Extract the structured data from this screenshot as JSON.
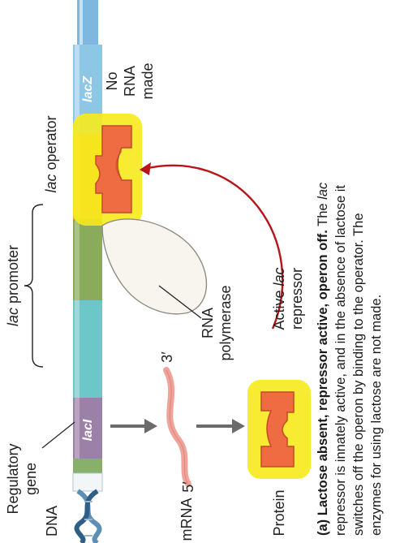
{
  "labels": {
    "dna": "DNA",
    "regulatory_gene": [
      "Regulatory",
      "gene"
    ],
    "lacI": "lacI",
    "lac_promoter_italic": "lac",
    "lac_promoter_rest": " promoter",
    "lac_operator_italic": "lac",
    "lac_operator_rest": " operator",
    "lacZ": "lacZ",
    "no_rna_made": [
      "No",
      "RNA",
      "made"
    ],
    "rna_polymerase": [
      "RNA",
      "polymerase"
    ],
    "active_repressor_line1_plain": "Active ",
    "active_repressor_line1_italic": "lac",
    "active_repressor_line2": "repressor",
    "mrna": "mRNA",
    "three_prime": "3′",
    "five_prime": "5′",
    "protein": "Protein"
  },
  "caption": {
    "bold": "(a) Lactose absent, repressor active, operon off.",
    "line1_rest_plain": " The ",
    "line1_rest_italic": "lac",
    "line2_plain_a": "repressor is innately active, and in the absence of lactose it",
    "line3": "switches off the operon by binding to the operator. The",
    "line4": "enzymes for using lactose are not made."
  },
  "colors": {
    "lacI_segment": "#9b80a8",
    "spacer_segment": "#88b06a",
    "promoter_cyan": "#6cc7c9",
    "promoter_green": "#8aab5c",
    "operator": "#f6b13c",
    "lacZ": "#8ec7e6",
    "repressor": "#ef6b42",
    "highlight": "#f6ea1c",
    "arrow_red": "#b8141a",
    "mrna": "#f0a39a",
    "gray_arrow": "#6b6b6b"
  }
}
